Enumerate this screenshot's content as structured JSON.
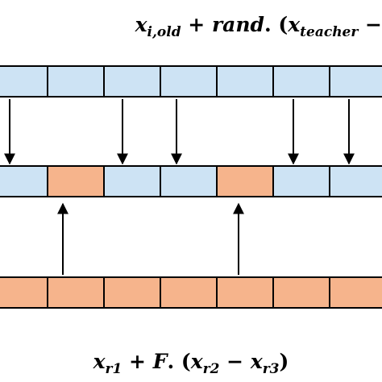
{
  "formulas": {
    "top": {
      "x": "x",
      "x_sub": "i,old",
      "plus": "+",
      "rand": "rand",
      "dot_paren": ". (",
      "x2": "x",
      "x2_sub": "teacher",
      "minus": "−"
    },
    "bottom": {
      "x": "x",
      "x_sub": "r1",
      "plus": "+",
      "F": "F",
      "dot_paren": ". (",
      "x2": "x",
      "x2_sub": "r2",
      "minus": "−",
      "x3": "x",
      "x3_sub": "r3",
      "close": ")"
    }
  },
  "rows": {
    "top": [
      "blue",
      "blue",
      "blue",
      "blue",
      "blue",
      "blue",
      "blue"
    ],
    "middle": [
      "blue",
      "orange",
      "blue",
      "blue",
      "orange",
      "blue",
      "blue"
    ],
    "bottom": [
      "orange",
      "orange",
      "orange",
      "orange",
      "orange",
      "orange",
      "orange"
    ]
  },
  "colors": {
    "blue_cell": "#cde3f4",
    "orange_cell": "#f6b48c",
    "line": "#000000"
  },
  "arrows": {
    "down_from_top_to_middle_cells": [
      0,
      2,
      3,
      5,
      6
    ],
    "up_from_bottom_to_middle_cells": [
      1,
      4
    ]
  }
}
